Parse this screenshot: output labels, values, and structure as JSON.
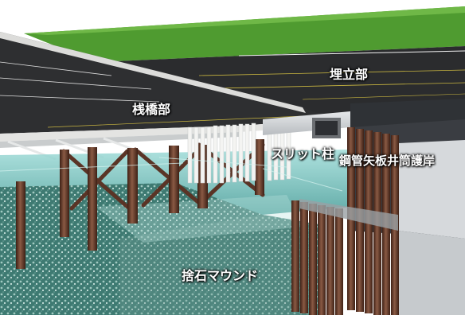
{
  "labels": {
    "landfill": "埋立部",
    "pier": "桟橋部",
    "slit_column": "スリット柱",
    "steel_pipe_sheet_pile_revetment": "鋼管矢板井筒護岸",
    "rubble_mound": "捨石マウンド"
  },
  "colors": {
    "grass": "#4e9a2e",
    "road": "#2b2c2e",
    "deck_edge": "#d8d8d6",
    "water": "#5fb9b8",
    "rubble": "#3f7f74",
    "pile": "#6b3d2c",
    "quay_wall": "#cfd2d4"
  }
}
